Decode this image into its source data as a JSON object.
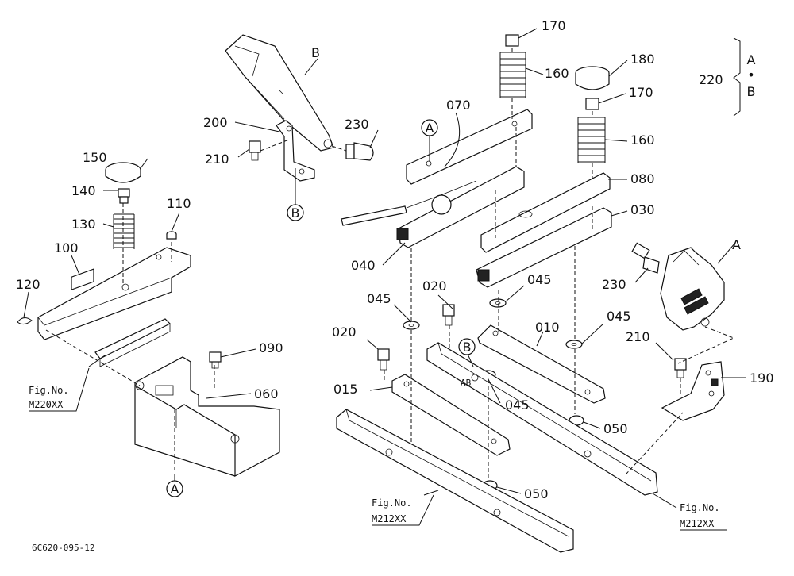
{
  "callouts": [
    {
      "id": "170a",
      "text": "170"
    },
    {
      "id": "160a",
      "text": "160"
    },
    {
      "id": "180",
      "text": "180"
    },
    {
      "id": "170b",
      "text": "170"
    },
    {
      "id": "160b",
      "text": "160"
    },
    {
      "id": "070",
      "text": "070"
    },
    {
      "id": "080",
      "text": "080"
    },
    {
      "id": "030",
      "text": "030"
    },
    {
      "id": "040",
      "text": "040"
    },
    {
      "id": "045a",
      "text": "045"
    },
    {
      "id": "045b",
      "text": "045"
    },
    {
      "id": "045c",
      "text": "045"
    },
    {
      "id": "045d",
      "text": "045"
    },
    {
      "id": "020a",
      "text": "020"
    },
    {
      "id": "020b",
      "text": "020"
    },
    {
      "id": "010",
      "text": "010"
    },
    {
      "id": "015",
      "text": "015"
    },
    {
      "id": "050a",
      "text": "050"
    },
    {
      "id": "050b",
      "text": "050"
    },
    {
      "id": "230a",
      "text": "230"
    },
    {
      "id": "230b",
      "text": "230"
    },
    {
      "id": "210a",
      "text": "210"
    },
    {
      "id": "210b",
      "text": "210"
    },
    {
      "id": "200",
      "text": "200"
    },
    {
      "id": "190",
      "text": "190"
    },
    {
      "id": "150",
      "text": "150"
    },
    {
      "id": "140",
      "text": "140"
    },
    {
      "id": "130",
      "text": "130"
    },
    {
      "id": "110",
      "text": "110"
    },
    {
      "id": "100",
      "text": "100"
    },
    {
      "id": "120",
      "text": "120"
    },
    {
      "id": "090",
      "text": "090"
    },
    {
      "id": "060",
      "text": "060"
    },
    {
      "id": "220",
      "text": "220"
    },
    {
      "id": "B1",
      "text": "B"
    },
    {
      "id": "A1",
      "text": "A"
    }
  ],
  "brace": {
    "top": "A",
    "dot": "•",
    "bottom": "B"
  },
  "circled": [
    {
      "id": "A-top",
      "text": "A"
    },
    {
      "id": "B-mid",
      "text": "B"
    },
    {
      "id": "B-bot",
      "text": "B"
    },
    {
      "id": "A-bot",
      "text": "A"
    }
  ],
  "fig_refs": [
    {
      "id": "left",
      "line1": "Fig.No.",
      "line2": "M220XX"
    },
    {
      "id": "center",
      "line1": "Fig.No.",
      "line2": "M212XX"
    },
    {
      "id": "right",
      "line1": "Fig.No.",
      "line2": "M212XX"
    }
  ],
  "drawing_code": "6C620-095-12",
  "stamp": "AB"
}
